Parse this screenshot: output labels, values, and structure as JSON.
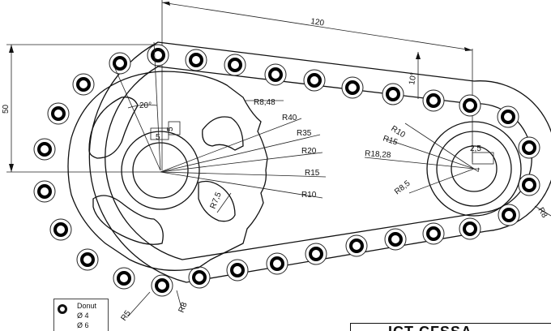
{
  "dimensions": {
    "center_distance": "120",
    "height": "50",
    "angle_top": "20°",
    "angle_right": "10°",
    "key_small_1": "5",
    "key_small_2": "5",
    "key_right": "2,5",
    "key_right_v": "4"
  },
  "big_sprocket_radii": [
    "R8,48",
    "R40",
    "R35",
    "R20",
    "R15",
    "R10"
  ],
  "big_slot_radius": "R7,5",
  "small_sprocket_radii": [
    "R10",
    "R15",
    "R18,28",
    "R8,5"
  ],
  "chain_radii": {
    "right_link": "R8",
    "bottom_a": "R5",
    "bottom_b": "R8"
  },
  "legend": {
    "title": "Donut",
    "inner": "Ø 4",
    "outer": "Ø 6"
  },
  "title_block": {
    "text": "ICT CFSSA"
  }
}
